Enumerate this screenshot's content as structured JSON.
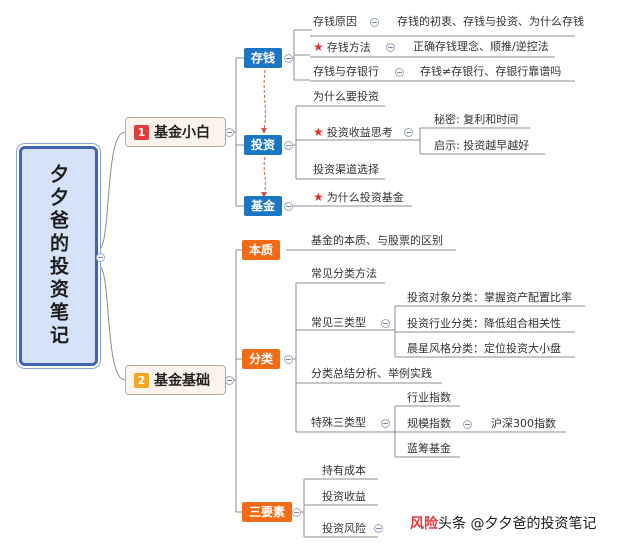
{
  "root": {
    "title": "夕夕爸的投资笔记"
  },
  "topics": [
    {
      "num": "1",
      "label": "基金小白",
      "num_color": "#e03c3c"
    },
    {
      "num": "2",
      "label": "基金基础",
      "num_color": "#f5a623"
    }
  ],
  "nodes": {
    "cunqian": "存钱",
    "touzi": "投资",
    "jijin": "基金",
    "benzhi": "本质",
    "fenlei": "分类",
    "sanyaosu": "三要素"
  },
  "leaves": {
    "cq_yuanyin": "存钱原因",
    "cq_yuanyin_detail": "存钱的初衷、存钱与投资、为什么存钱",
    "cq_fangfa": "存钱方法",
    "cq_fangfa_detail": "正确存钱理念、顺推/逆控法",
    "cq_yinhang": "存钱与存银行",
    "cq_yinhang_detail": "存钱≠存银行、存银行靠谱吗",
    "tz_weishenme": "为什么要投资",
    "tz_shouyi": "投资收益思考",
    "tz_mimi": "秘密: 复利和时间",
    "tz_qishi": "启示: 投资越早越好",
    "tz_qudao": "投资渠道选择",
    "jj_weishenme": "为什么投资基金",
    "bz_detail": "基金的本质、与股票的区别",
    "fl_fangfa": "常见分类方法",
    "fl_sanlei": "常见三类型",
    "fl_duixiang": "投资对象分类：掌握资产配置比率",
    "fl_hangye": "投资行业分类：降低组合相关性",
    "fl_fengge": "晨星风格分类：定位投资大小盘",
    "fl_zongjie": "分类总结分析、举例实践",
    "fl_teshu": "特殊三类型",
    "fl_hangyezhishu": "行业指数",
    "fl_guimo": "规模指数",
    "fl_hushen": "沪深300指数",
    "fl_lanchou": "蓝筹基金",
    "sy_chengben": "持有成本",
    "sy_shouyi": "投资收益",
    "sy_fengxian": "投资风险"
  },
  "watermark": {
    "red": "风险",
    "text": "头条 @夕夕爸的投资笔记"
  },
  "colors": {
    "blue_node": "#1b77c3",
    "orange_node": "#f36b15",
    "root_border": "#3f63b8",
    "root_fill": "#d6e2fa",
    "dashed_arrow": "#d9534f"
  }
}
